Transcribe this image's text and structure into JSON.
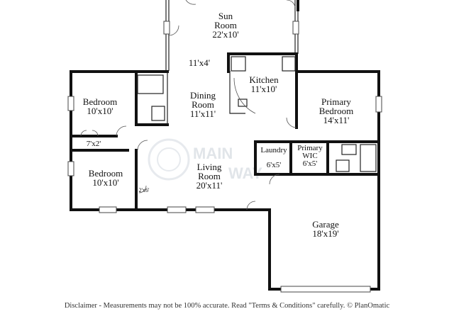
{
  "rooms": {
    "sun_room": {
      "name_line1": "Sun",
      "name_line2": "Room",
      "dims": "22'x10'"
    },
    "hallway": {
      "dims": "11'x4'"
    },
    "kitchen": {
      "name": "Kitchen",
      "dims": "11'x10'"
    },
    "dining_room": {
      "name_line1": "Dining",
      "name_line2": "Room",
      "dims": "11'x11'"
    },
    "bedroom_1": {
      "name": "Bedroom",
      "dims": "10'x10'"
    },
    "closet": {
      "dims": "7'x2'"
    },
    "bedroom_2": {
      "name": "Bedroom",
      "dims": "10'x10'"
    },
    "linen": {
      "dims": "2'x6'"
    },
    "living_room": {
      "name_line1": "Living",
      "name_line2": "Room",
      "dims": "20'x11'"
    },
    "primary_bedroom": {
      "name_line1": "Primary",
      "name_line2": "Bedroom",
      "dims": "14'x11'"
    },
    "laundry": {
      "name": "Laundry",
      "dims": "6'x5'"
    },
    "primary_wic": {
      "name_line1": "Primary",
      "name_line2": "WIC",
      "dims": "6'x5'"
    },
    "garage": {
      "name": "Garage",
      "dims": "18'x19'"
    }
  },
  "watermark": {
    "brand_left": "MAIN",
    "brand_right": "WAY"
  },
  "disclaimer": "Disclaimer - Measurements may not be 100% accurate. Read \"Terms & Conditions\" carefully. © PlanOmatic"
}
